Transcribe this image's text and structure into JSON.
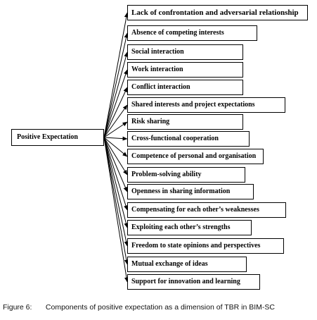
{
  "diagram": {
    "root": "Positive Expectation",
    "items": [
      "Lack of confrontation and adversarial relationship",
      "Absence of competing interests",
      "Social interaction",
      "Work interaction",
      "Conflict interaction",
      "Shared interests and project expectations",
      "Risk sharing",
      "Cross-functional cooperation",
      "Competence of personal and organisation",
      "Problem-solving ability",
      "Openness in sharing information",
      "Compensating for each other’s weaknesses",
      "Exploiting each other’s strengths",
      "Freedom to state opinions and perspectives",
      "Mutual exchange of ideas",
      "Support for innovation and learning"
    ]
  },
  "caption": {
    "label": "Figure 6:",
    "text": "Components of positive expectation as a dimension of TBR in BIM-SC"
  }
}
